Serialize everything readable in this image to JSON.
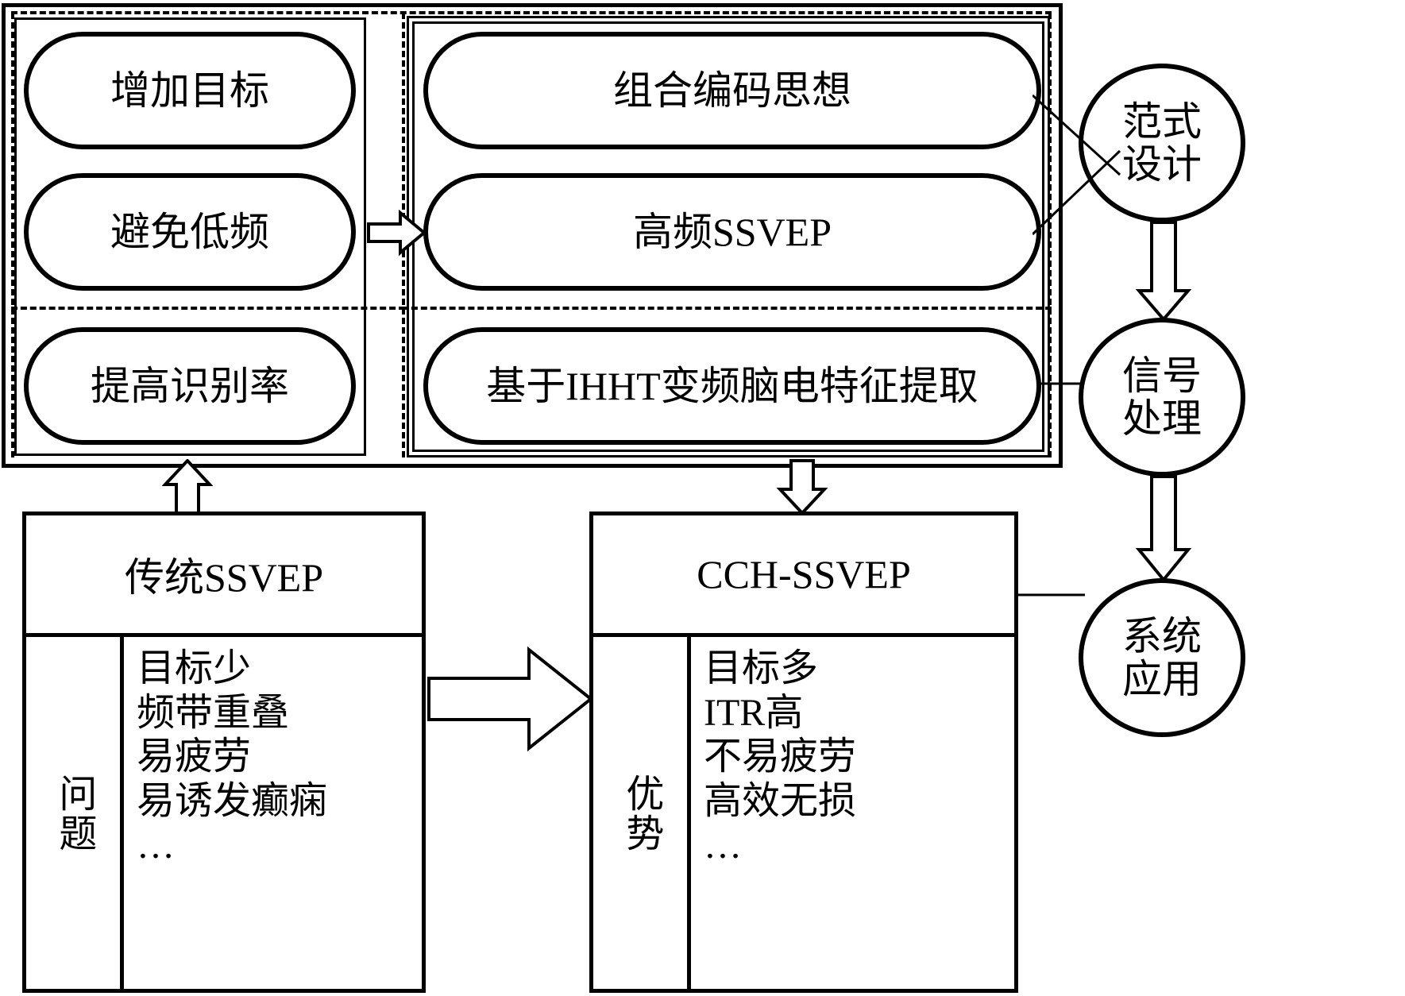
{
  "diagram": {
    "title_present": false,
    "left_panel": {
      "name": "goals-panel",
      "items": [
        {
          "id": "add-targets",
          "label": "增加目标"
        },
        {
          "id": "avoid-low",
          "label": "避免低频"
        },
        {
          "id": "improve-rate",
          "label": "提高识别率"
        }
      ]
    },
    "right_panel": {
      "name": "methods-panel",
      "items": [
        {
          "id": "combo-code",
          "label": "组合编码思想"
        },
        {
          "id": "high-freq",
          "label": "高频SSVEP"
        },
        {
          "id": "ihht",
          "label": "基于IHHT变频脑电特征提取"
        }
      ]
    },
    "circles": [
      {
        "id": "paradigm",
        "line1": "范式",
        "line2": "设计"
      },
      {
        "id": "signal",
        "line1": "信号",
        "line2": "处理"
      },
      {
        "id": "system",
        "line1": "系统",
        "line2": "应用"
      }
    ],
    "cards": [
      {
        "id": "traditional-ssvep",
        "title": "传统SSVEP",
        "side_label": "问题",
        "items": [
          "目标少",
          "频带重叠",
          "易疲劳",
          "易诱发癫痫",
          "…"
        ]
      },
      {
        "id": "cch-ssvep",
        "title": "CCH-SSVEP",
        "side_label": "优势",
        "items": [
          "目标多",
          "ITR高",
          "不易疲劳",
          "高效无损",
          "…"
        ]
      }
    ],
    "colors": {
      "stroke": "#000000",
      "fill": "#ffffff",
      "background": "#ffffff"
    }
  }
}
